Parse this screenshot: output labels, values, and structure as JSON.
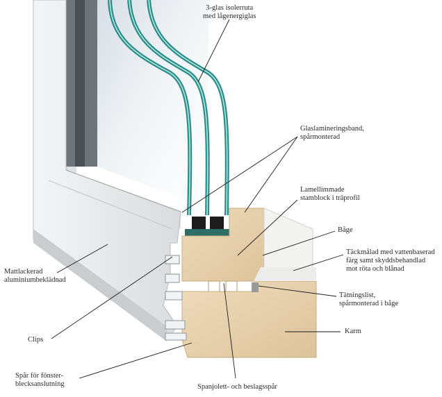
{
  "labels": {
    "glass": [
      "3-glas isolerruta",
      "med lågenergiglas"
    ],
    "band": [
      "Glaslamineringsband,",
      "spårmonterad"
    ],
    "lamell": [
      "Lamellimmade",
      "stamblock i träprofil"
    ],
    "bage": [
      "Båge"
    ],
    "tackmalad": [
      "Täckmålad med vattenbaserad",
      "färg samt skyddsbehandlad",
      "mot röta och blånad"
    ],
    "tatning": [
      "Tätningslist,",
      "spårmonterad i båge"
    ],
    "karm": [
      "Karm"
    ],
    "mattlack": [
      "Mattlackerad",
      "aluminiumbeklädnad"
    ],
    "clips": [
      "Clips"
    ],
    "spar_fonster": [
      "Spår för fönster-",
      "blecksanslutning"
    ],
    "spanjolett": [
      "Spanjolett- och beslagsspår"
    ]
  },
  "colors": {
    "glass_edge": "#2a8f8a",
    "aluminium": "#e6e8e9",
    "wood": "#e9d6b4",
    "leader": "#1a1a1a"
  }
}
